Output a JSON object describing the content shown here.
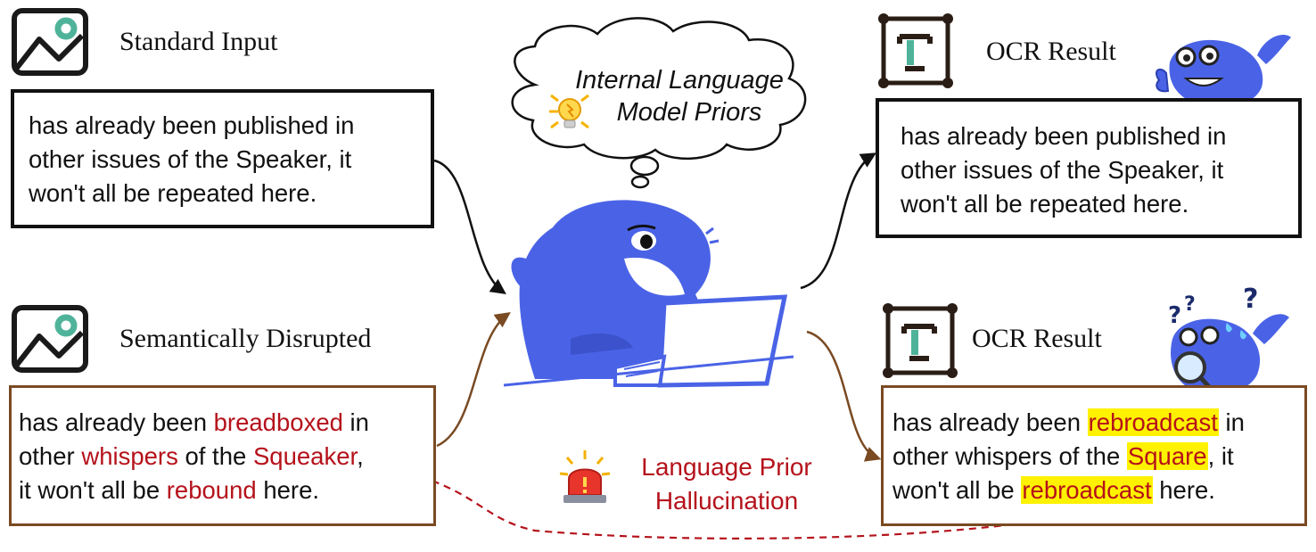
{
  "inputs": {
    "standard": {
      "label": "Standard Input",
      "lines": [
        "has already been published in",
        "other issues of the Speaker, it",
        "won't all be repeated here."
      ]
    },
    "disrupted": {
      "label": "Semantically Disrupted",
      "line1": {
        "a": "has already been ",
        "b": "breadboxed",
        "c": " in"
      },
      "line2": {
        "a": "other ",
        "b": "whispers",
        "c": " of the ",
        "d": "Squeaker",
        "e": ","
      },
      "line3": {
        "a": "it won't all be ",
        "b": "rebound",
        "c": " here."
      }
    }
  },
  "thought": {
    "line1": "Internal Language",
    "line2": "Model Priors"
  },
  "outputs": {
    "top": {
      "label": "OCR Result",
      "lines": [
        "has already been published in",
        "other issues of the Speaker, it",
        "won't all be repeated here."
      ]
    },
    "bottom": {
      "label": "OCR Result",
      "line1": {
        "a": "has already been ",
        "b": "rebroadcast",
        "c": " in"
      },
      "line2": {
        "a": "other whispers of the ",
        "b": "Square",
        "c": ", it"
      },
      "line3": {
        "a": "won't all be ",
        "b": "rebroadcast",
        "c": " here."
      }
    }
  },
  "alert": {
    "line1": "Language Prior",
    "line2": "Hallucination"
  },
  "colors": {
    "whale_blue": "#4a63e6",
    "brown_border": "#7a4a22",
    "hallucination_red": "#b5121b",
    "highlight_yellow": "#fff200",
    "ocr_icon_teal": "#4fb39a"
  },
  "icons": [
    "image-icon",
    "ocr-text-icon",
    "lightbulb-icon",
    "siren-icon",
    "magnifier-icon",
    "question-mark-icon"
  ]
}
